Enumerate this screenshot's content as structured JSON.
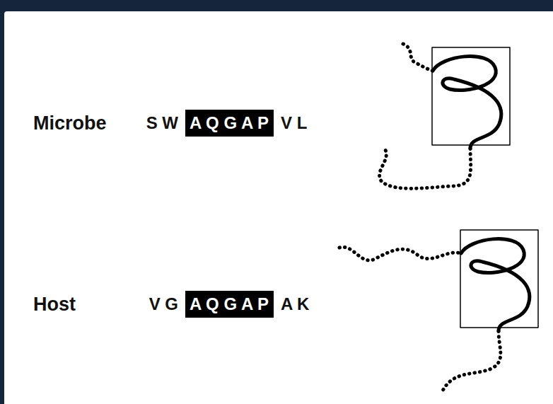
{
  "diagram": {
    "nodes": [
      {
        "text": [
          "A Q G A P"
        ]
      },
      {
        "text": [
          "A Q G A P"
        ]
      }
    ],
    "labels": [
      "Microbe",
      "S W",
      "V L",
      "Host",
      "V G",
      "A K"
    ]
  }
}
